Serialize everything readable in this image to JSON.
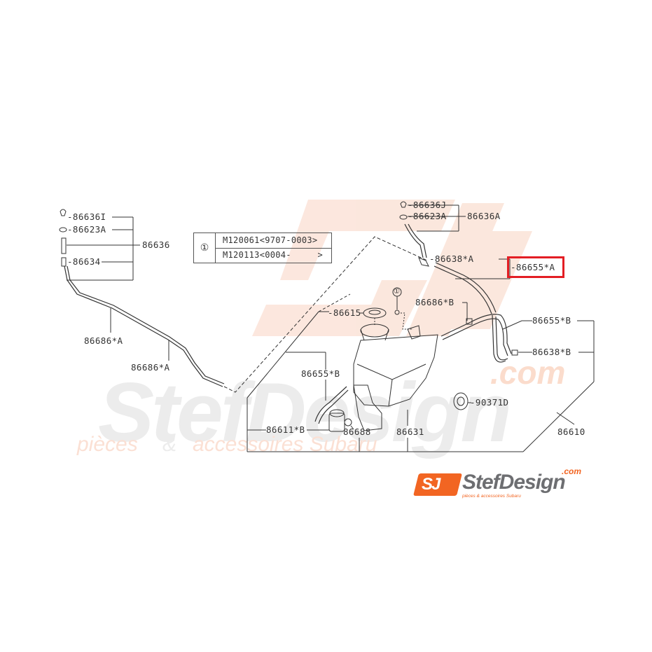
{
  "watermark": {
    "brand": "StefDesign",
    "dotcom": ".com",
    "tagline_part1": "pièces",
    "tagline_amp": "&",
    "tagline_part2": "accessoires Subaru",
    "colors": {
      "gray": "#ececec",
      "orange_light": "#fbdccc"
    }
  },
  "reference_table": {
    "marker": "①",
    "rows": [
      {
        "code": "M120061",
        "range": "<9707-0003>"
      },
      {
        "code": "M120113",
        "range_start": "<0004-",
        "range_end": ">"
      }
    ]
  },
  "callouts": {
    "p86636I": "-86636I",
    "p86623A_left": "-86623A",
    "p86636": "86636",
    "p86634": "-86634",
    "p86686A_1": "86686*A",
    "p86686A_2": "86686*A",
    "p86636J": "-86636J",
    "p86623A_right": "-86623A",
    "p86636A": "86636A",
    "p86638A": "-86638*A",
    "p86655A": "-86655*A",
    "marker_small": "①",
    "p86686B": "86686*B",
    "p86615": "-86615",
    "p86655B_right": "86655*B",
    "p86638B": "86638*B",
    "p86655B_left": "86655*B",
    "p90371D": "-90371D",
    "p86611B": "86611*B",
    "p86688": "86688",
    "p86631": "86631",
    "p86610": "86610"
  },
  "highlight": {
    "part": "86655*A",
    "color": "#e31e24"
  },
  "logo": {
    "badge_text": "SJ",
    "name": "StefDesign",
    "dotcom": ".com",
    "tagline": "pièces & accessoires Subaru",
    "accent_color": "#f26522",
    "text_color": "#6d6e71"
  }
}
